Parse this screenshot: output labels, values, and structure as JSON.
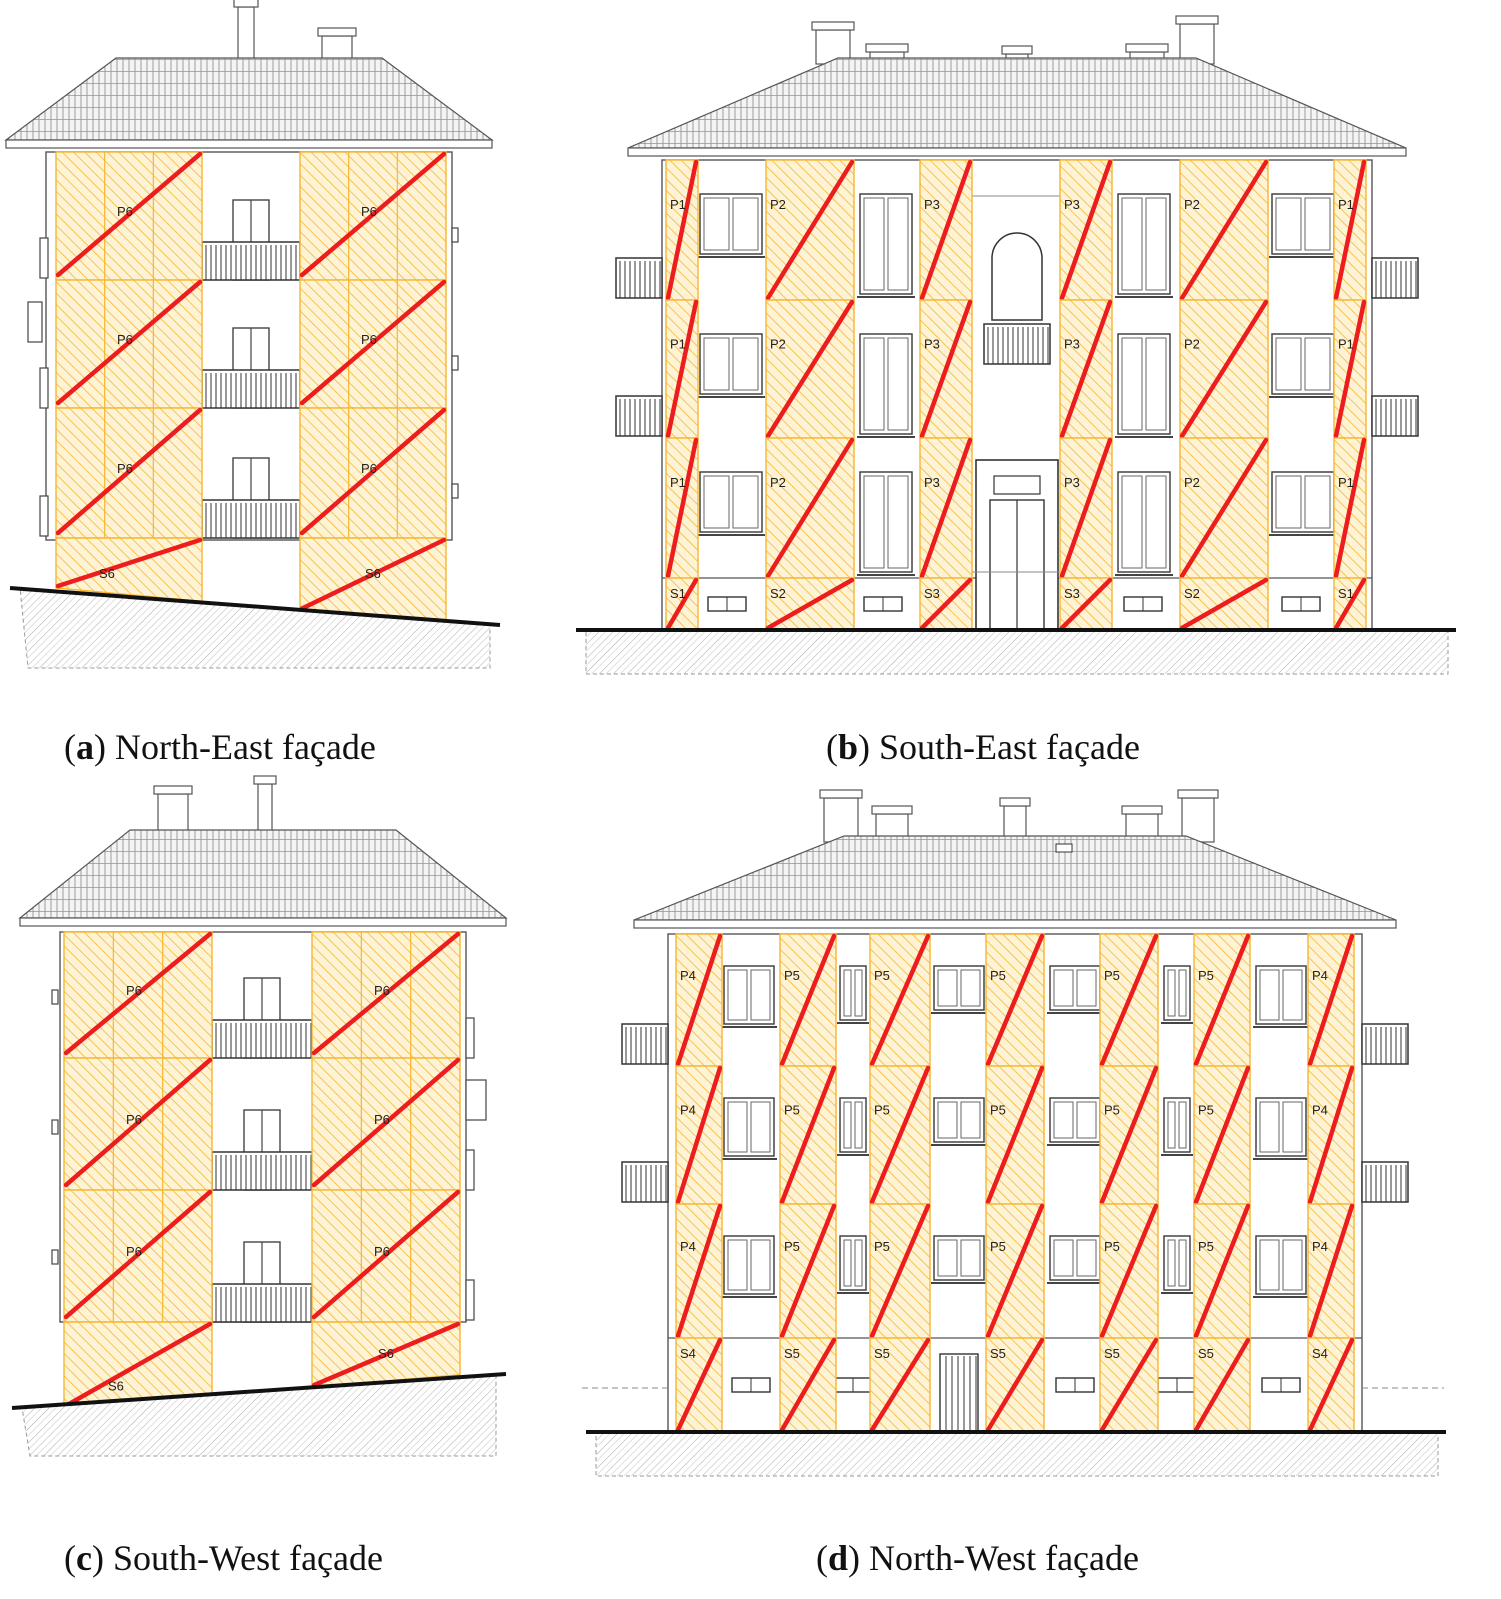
{
  "figure": {
    "colors": {
      "hatch": "#f5b731",
      "hatch_fill": "#fff3d6",
      "diagonal": "#ee1d1d",
      "line": "#555555",
      "ground": "#111111"
    },
    "panels": [
      {
        "id": "a",
        "letter": "a",
        "title": "North-East façade",
        "labels": {
          "left_panels": [
            "P6",
            "P6",
            "P6"
          ],
          "right_panels": [
            "P6",
            "P6",
            "P6"
          ],
          "left_base": "S6",
          "right_base": "S6"
        }
      },
      {
        "id": "b",
        "letter": "b",
        "title": "South-East façade",
        "column_labels": [
          "P1",
          "P2",
          "P3",
          "P3",
          "P2",
          "P1"
        ],
        "base_labels": [
          "S1",
          "S2",
          "S3",
          "S3",
          "S2",
          "S1"
        ]
      },
      {
        "id": "c",
        "letter": "c",
        "title": "South-West façade",
        "labels": {
          "left_panels": [
            "P6",
            "P6",
            "P6"
          ],
          "right_panels": [
            "P6",
            "P6",
            "P6"
          ],
          "left_base": "S6",
          "right_base": "S6"
        }
      },
      {
        "id": "d",
        "letter": "d",
        "title": "North-West façade",
        "column_labels": [
          "P4",
          "P5",
          "P5",
          "P5",
          "P5",
          "P5",
          "P4"
        ],
        "base_labels": [
          "S4",
          "S5",
          "S5",
          "S5",
          "S5",
          "S5",
          "S4"
        ]
      }
    ]
  }
}
